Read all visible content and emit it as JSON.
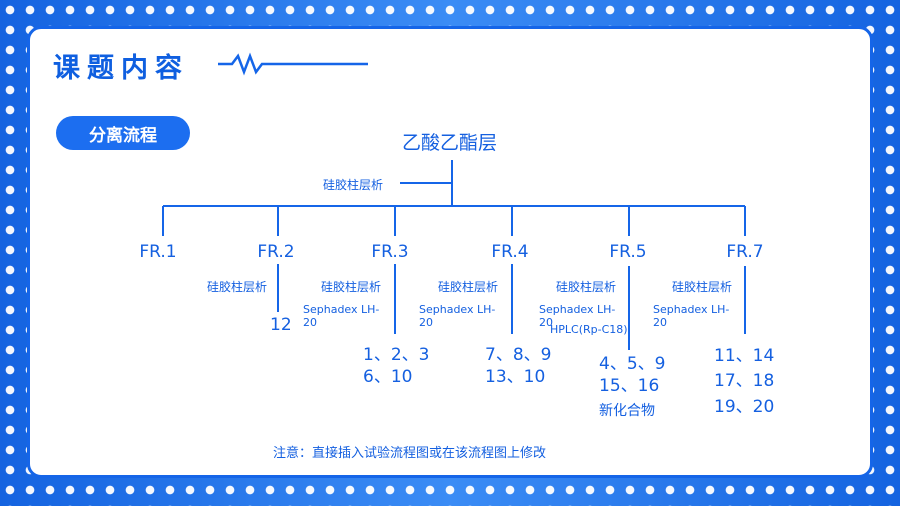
{
  "header": {
    "title": "课题内容"
  },
  "section": {
    "label": "分离流程"
  },
  "flow": {
    "top": "乙酸乙酯层",
    "top_method": "硅胶柱层析",
    "fractions": [
      {
        "name": "FR.1"
      },
      {
        "name": "FR.2",
        "method": "硅胶柱层析",
        "result_lines": [
          "12"
        ]
      },
      {
        "name": "FR.3",
        "method": "硅胶柱层析",
        "secondary": "Sephadex LH-20",
        "result_lines": [
          "1、2、3",
          "6、10"
        ]
      },
      {
        "name": "FR.4",
        "method": "硅胶柱层析",
        "secondary": "Sephadex LH-20",
        "result_lines": [
          "7、8、9",
          "13、10"
        ]
      },
      {
        "name": "FR.5",
        "method": "硅胶柱层析",
        "secondary": "Sephadex LH-20",
        "tertiary": "HPLC(Rp-C18)",
        "result_lines": [
          "4、5、9",
          "15、16",
          "新化合物"
        ]
      },
      {
        "name": "FR.7",
        "method": "硅胶柱层析",
        "secondary": "Sephadex LH-20",
        "result_lines": [
          "11、14",
          "17、18",
          "19、20"
        ]
      }
    ]
  },
  "note": "注意：直接插入试验流程图或在该流程图上修改",
  "colors": {
    "accent": "#1565e8",
    "text": "#1560e0",
    "background": "#ffffff"
  }
}
